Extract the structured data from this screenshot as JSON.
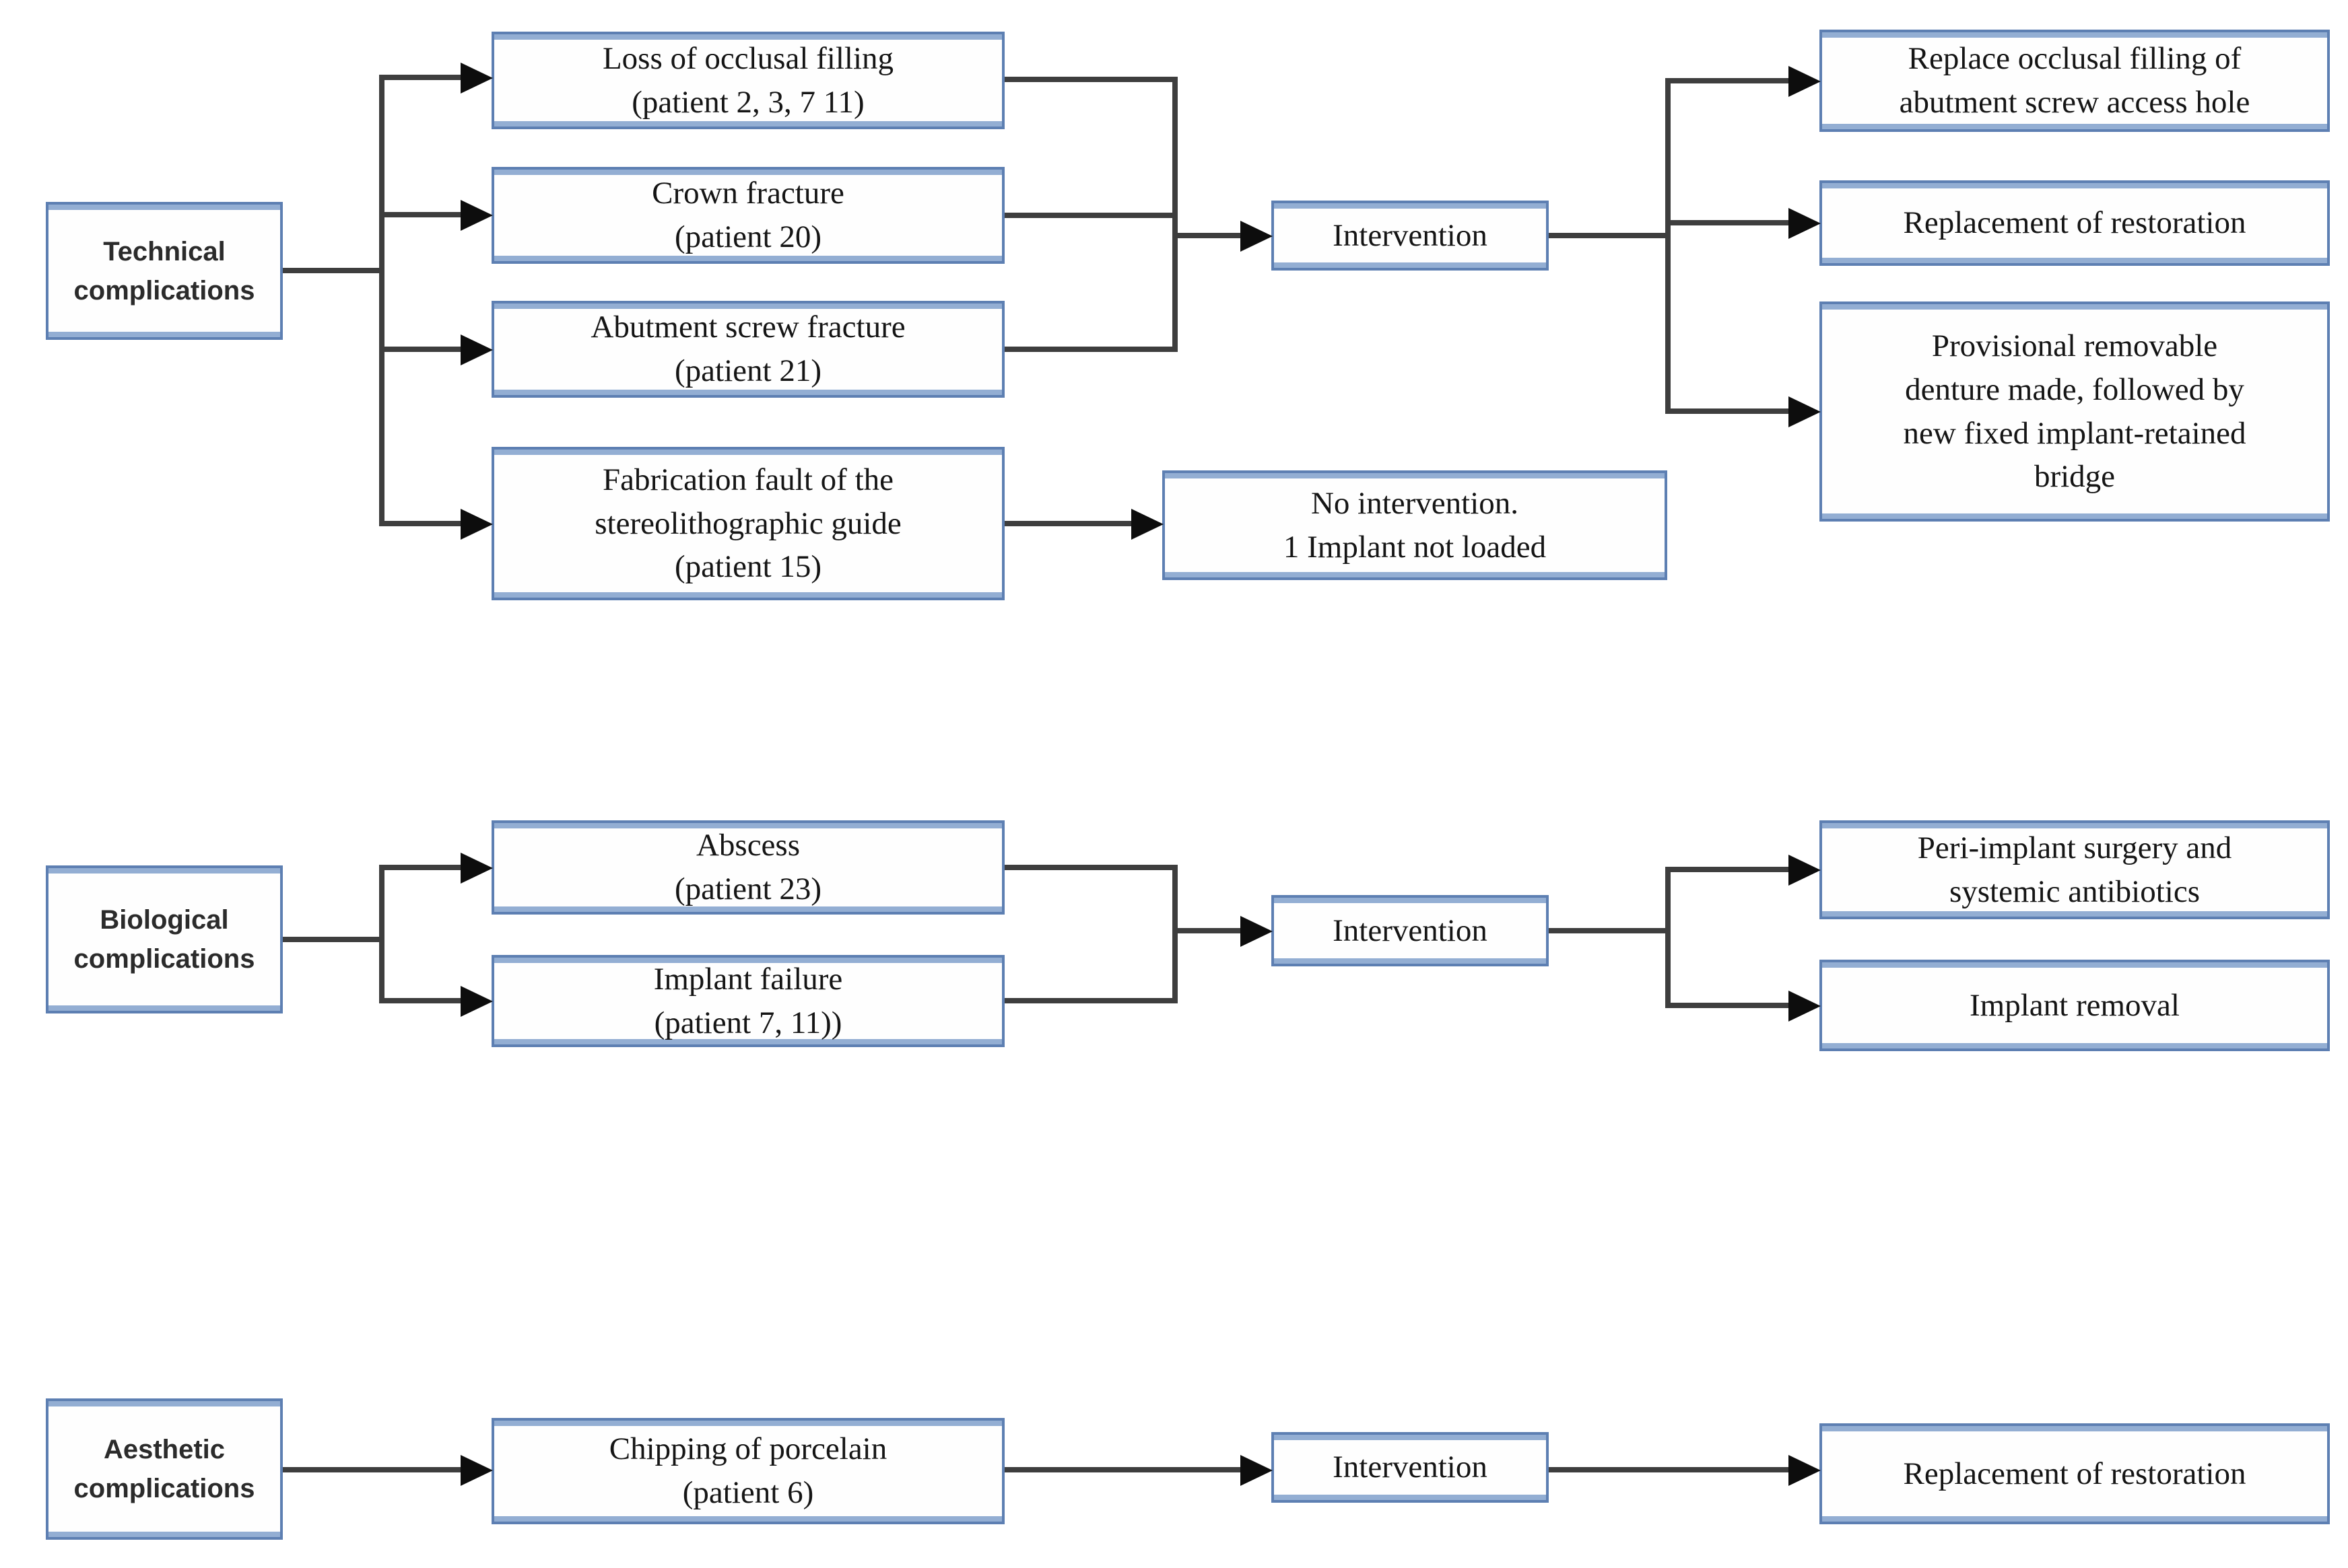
{
  "colors": {
    "box_border": "#5d7fb2",
    "box_inner_accent": "#93aed3",
    "connector_line": "#3e3e3e",
    "arrowhead": "#0d0d0d",
    "text": "#151515",
    "background": "#ffffff"
  },
  "sections": [
    {
      "name": "technical",
      "category_label": "Technical\ncomplications",
      "complications": [
        "Loss of occlusal filling\n(patient 2, 3, 7 11)",
        "Crown fracture\n(patient 20)",
        "Abutment screw fracture\n(patient 21)",
        "Fabrication fault of the\nstereolithographic guide\n(patient 15)"
      ],
      "intervention_label": "Intervention",
      "no_intervention_label": "No intervention.\n1 Implant not loaded",
      "outcomes": [
        "Replace occlusal filling of\nabutment screw access hole",
        "Replacement of restoration",
        "Provisional removable\ndenture made, followed by\nnew fixed implant-retained\nbridge"
      ]
    },
    {
      "name": "biological",
      "category_label": "Biological\ncomplications",
      "complications": [
        "Abscess\n(patient 23)",
        "Implant failure\n(patient 7, 11))"
      ],
      "intervention_label": "Intervention",
      "outcomes": [
        "Peri-implant surgery and\nsystemic antibiotics",
        "Implant removal"
      ]
    },
    {
      "name": "aesthetic",
      "category_label": "Aesthetic\ncomplications",
      "complications": [
        "Chipping of porcelain\n(patient 6)"
      ],
      "intervention_label": "Intervention",
      "outcomes": [
        "Replacement of restoration"
      ]
    }
  ]
}
